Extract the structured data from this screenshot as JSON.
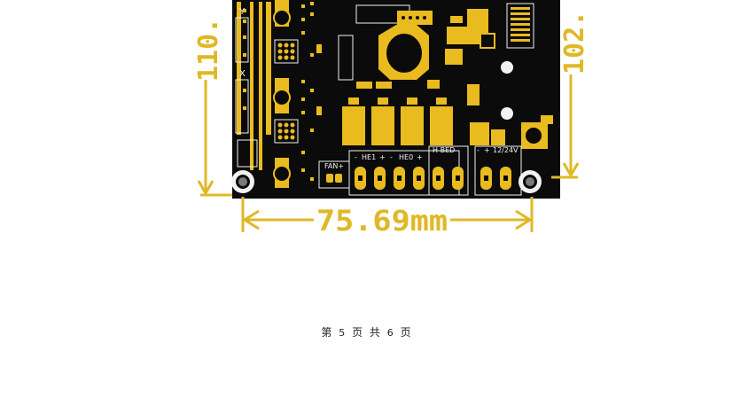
{
  "figure": {
    "width_label": "75.69mm",
    "height_left_label": "110.",
    "height_right_label": "102.",
    "axis_labels": [
      "Y",
      "X"
    ],
    "terminal_labels": {
      "fan": "FAN+",
      "he1": "HE1",
      "he0": "HE0",
      "hbed": "H-BED",
      "power": "12/24V",
      "minus": "-",
      "plus": "+"
    },
    "colors": {
      "board": "#0b0b0b",
      "gold": "#e9bb1f",
      "dimension": "#e0b826",
      "silk": "#f2f2f2"
    }
  },
  "footer": {
    "p1": "第",
    "current": "5",
    "p2": "页",
    "p3": "共",
    "total": "6",
    "p4": "页"
  }
}
